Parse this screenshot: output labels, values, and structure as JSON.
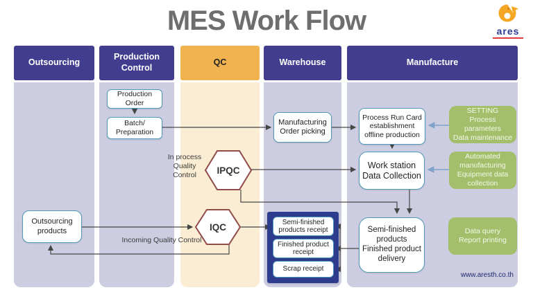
{
  "title": "MES Work Flow",
  "logo": {
    "text": "ares"
  },
  "footer": {
    "url": "www.aresth.co.th"
  },
  "columns": [
    {
      "label": "Outsourcing"
    },
    {
      "label": "Production\nControl"
    },
    {
      "label": "QC"
    },
    {
      "label": "Warehouse"
    },
    {
      "label": "Manufacture"
    }
  ],
  "nodes": {
    "production_order": "Production\nOrder",
    "batch_preparation": "Batch/\nPreparation",
    "manufacturing_order_picking": "Manufacturing\nOrder picking",
    "process_run_card": "Process Run Card\nestablishment\noffline production",
    "work_station": "Work station\nData Collection",
    "semi_finished_delivery": "Semi-finished\nproducts\nFinished product\ndelivery",
    "outsourcing_products": "Outsourcing\nproducts"
  },
  "qc": {
    "ipqc": "IPQC",
    "ipqc_label": "In process\nQuality\nControl",
    "iqc": "IQC",
    "iqc_label": "Incoming Quality Control"
  },
  "green_boxes": {
    "setting": "SETTING\nProcess\nparameters\nData maintenance",
    "automated": "Automated\nmanufacturing\nEquipment data\ncollection",
    "data_query": "Data query\nReport printing"
  },
  "receipts": {
    "semi_finished": "Semi-finished\nproducts receipt",
    "finished": "Finished product\nreceipt",
    "scrap": "Scrap receipt"
  },
  "colors": {
    "header_blue": "#423D8F",
    "qc_header_orange": "#F0B350",
    "band_lavender": "#CDCDE2",
    "qc_band_cream": "#FAEDD3",
    "receipt_group_navy": "#2E3C8E",
    "green_box": "#A3BF6B",
    "hexagon_border": "#8F4A4A",
    "node_border": "#4E9AB8",
    "title_gray": "#6E6E6E",
    "logo_orange": "#F5A623",
    "logo_blue": "#2B3990"
  }
}
